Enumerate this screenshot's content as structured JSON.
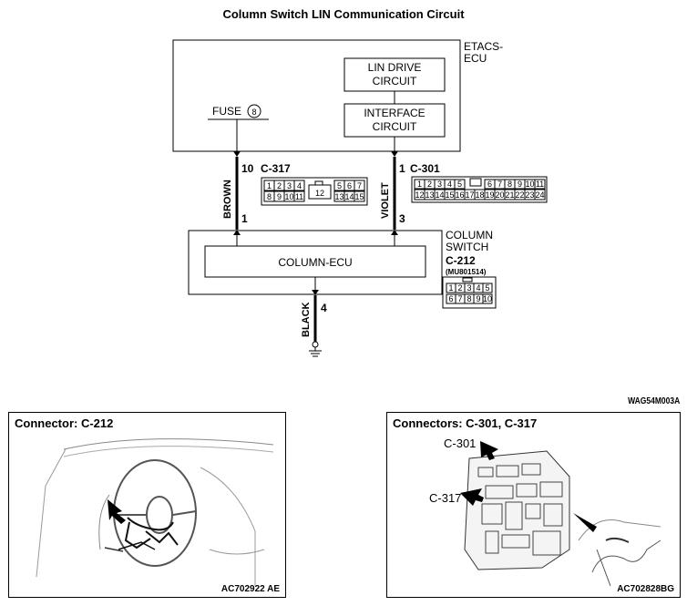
{
  "title": "Column Switch LIN Communication Circuit",
  "etacs": {
    "label_line1": "ETACS-",
    "label_line2": "ECU"
  },
  "lin_drive": {
    "line1": "LIN DRIVE",
    "line2": "CIRCUIT"
  },
  "interface": {
    "line1": "INTERFACE",
    "line2": "CIRCUIT"
  },
  "fuse": {
    "label": "FUSE",
    "number": "8"
  },
  "wire_left": {
    "top_pin": "10",
    "connector": "C-317",
    "color": "BROWN",
    "bottom_pin": "1"
  },
  "wire_right": {
    "top_pin": "1",
    "connector": "C-301",
    "color": "VIOLET",
    "bottom_pin": "3"
  },
  "column_switch": {
    "line1": "COLUMN",
    "line2": "SWITCH",
    "connector": "C-212",
    "part_no": "(MU801514)"
  },
  "column_ecu": {
    "label": "COLUMN-ECU"
  },
  "ground": {
    "pin": "4",
    "color": "BLACK"
  },
  "c317_pins": {
    "top_left": [
      "1",
      "2",
      "3",
      "4"
    ],
    "top_right": [
      "5",
      "6",
      "7"
    ],
    "bottom_left": [
      "8",
      "9",
      "10",
      "11"
    ],
    "middle": "12",
    "bottom_right": [
      "13",
      "14",
      "15"
    ]
  },
  "c301_pins": {
    "top_left": [
      "1",
      "2",
      "3",
      "4",
      "5"
    ],
    "top_right": [
      "6",
      "7",
      "8",
      "9",
      "10",
      "11"
    ],
    "bottom": [
      "12",
      "13",
      "14",
      "15",
      "16",
      "17",
      "18",
      "19",
      "20",
      "21",
      "22",
      "23",
      "24"
    ]
  },
  "c212_pins": {
    "top": [
      "1",
      "2",
      "3",
      "4",
      "5"
    ],
    "bottom": [
      "6",
      "7",
      "8",
      "9",
      "10"
    ]
  },
  "doc_id": "WAG54M003A",
  "panel_left": {
    "title": "Connector: C-212",
    "ref": "AC702922 AE"
  },
  "panel_right": {
    "title": "Connectors: C-301, C-317",
    "label_c301": "C-301",
    "label_c317": "C-317",
    "ref": "AC702828BG"
  }
}
